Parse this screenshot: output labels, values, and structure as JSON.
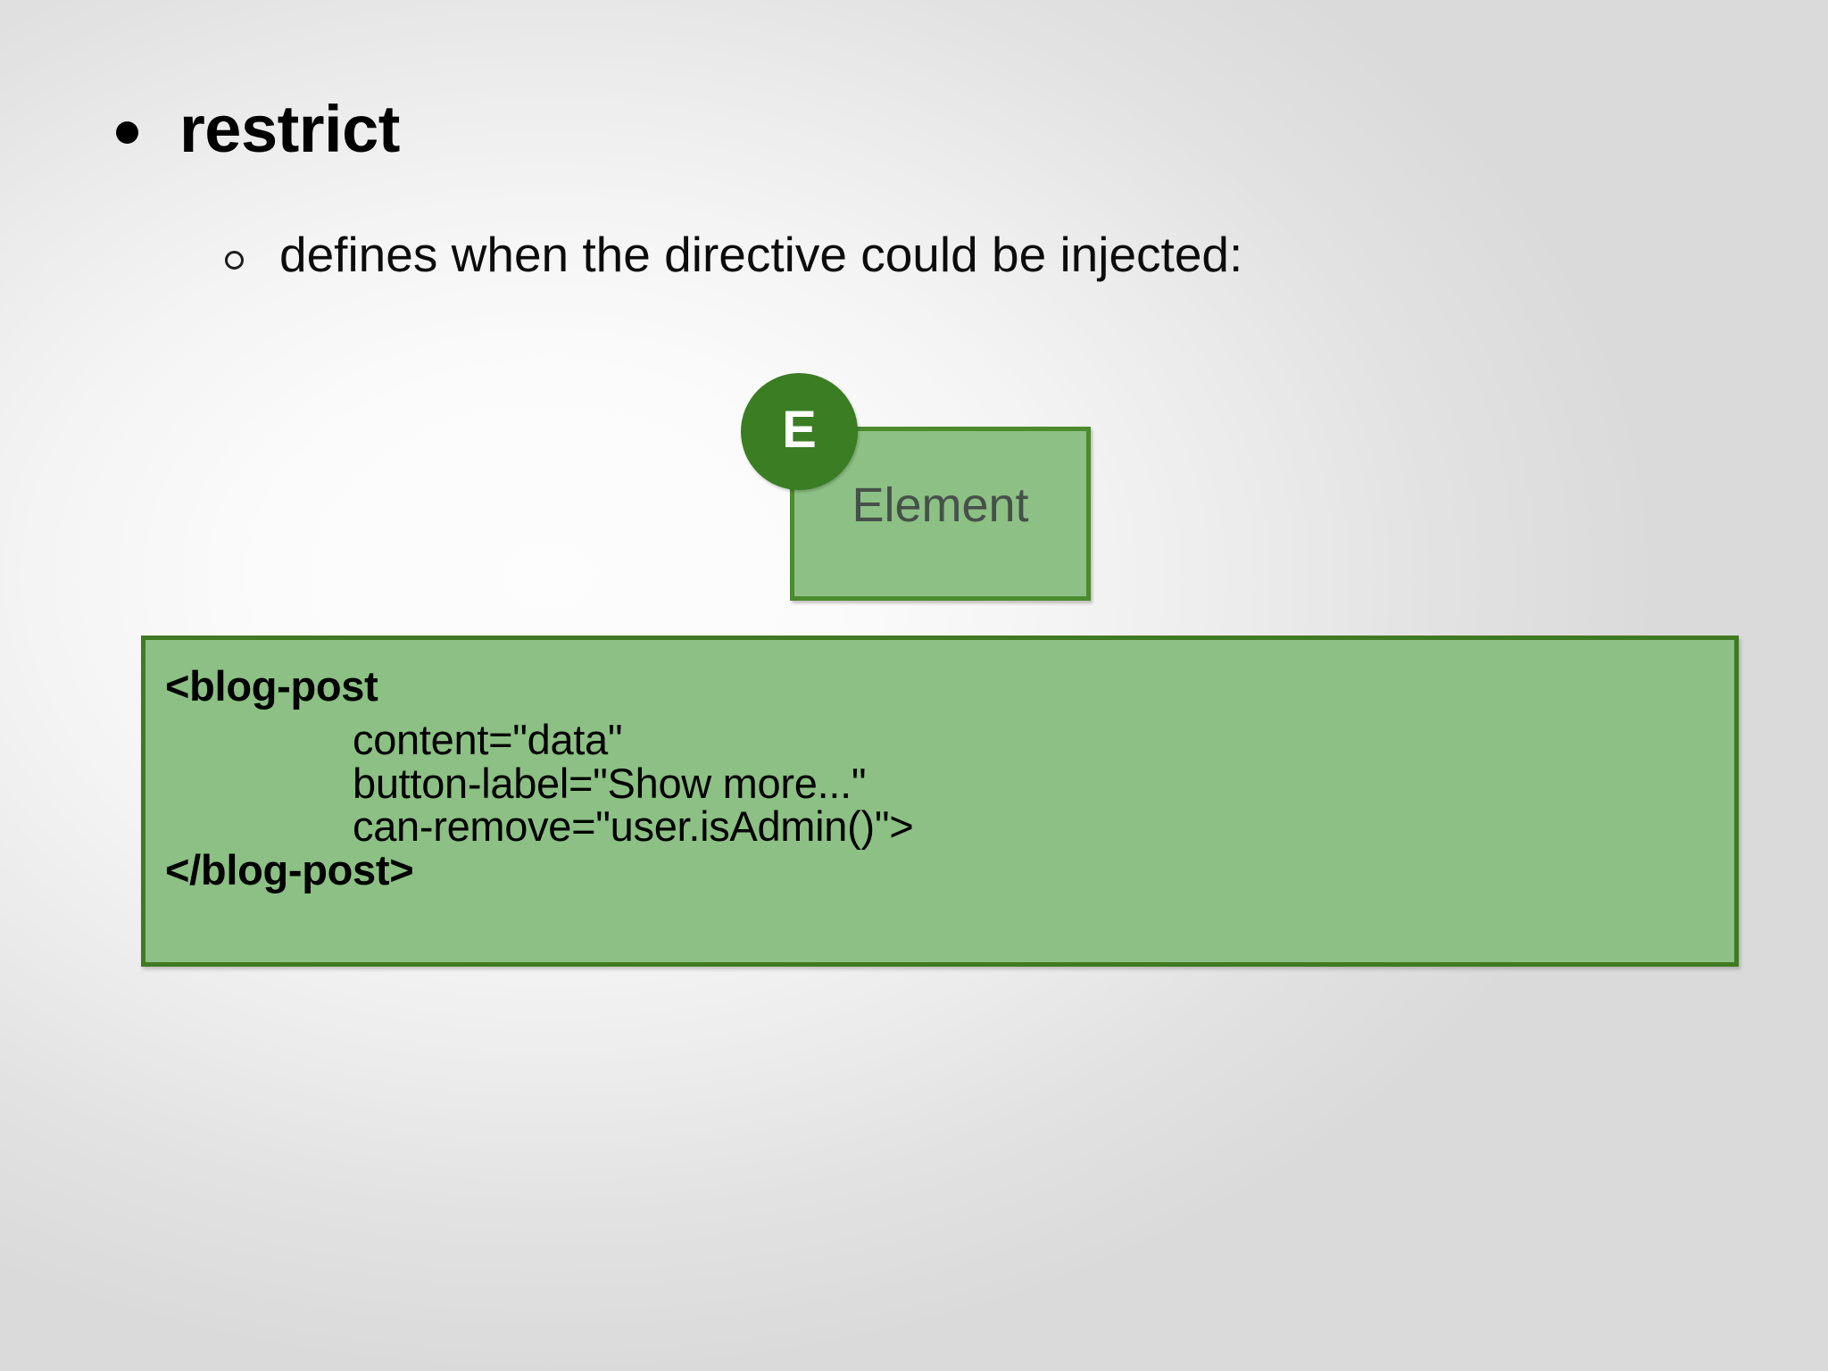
{
  "slide": {
    "title": {
      "bullet": "filled-disc",
      "text": "restrict"
    },
    "subtitle": {
      "bullet": "hollow-circle",
      "text": "defines when the directive could be injected:"
    },
    "diagram": {
      "badge_letter": "E",
      "box_label": "Element",
      "colors": {
        "badge_fill": "#3a7d22",
        "badge_text": "#ffffff",
        "box_fill": "#8cc084",
        "box_border": "#4b8b2e",
        "box_text": "#46504a"
      }
    },
    "code_block": {
      "colors": {
        "fill": "#8cc084",
        "border": "#3f7a22",
        "text": "#000000"
      },
      "lines": [
        {
          "text": "<blog-post",
          "bold": true,
          "indent": false
        },
        {
          "text": "content=\"data\"",
          "bold": false,
          "indent": true
        },
        {
          "text": "button-label=\"Show more...\"",
          "bold": false,
          "indent": true
        },
        {
          "text": "can-remove=\"user.isAdmin()\">",
          "bold": false,
          "indent": true
        },
        {
          "text": "</blog-post>",
          "bold": true,
          "indent": false
        }
      ]
    },
    "background": {
      "edge_color": "#dadada",
      "center_color": "#fdfdfd"
    }
  }
}
